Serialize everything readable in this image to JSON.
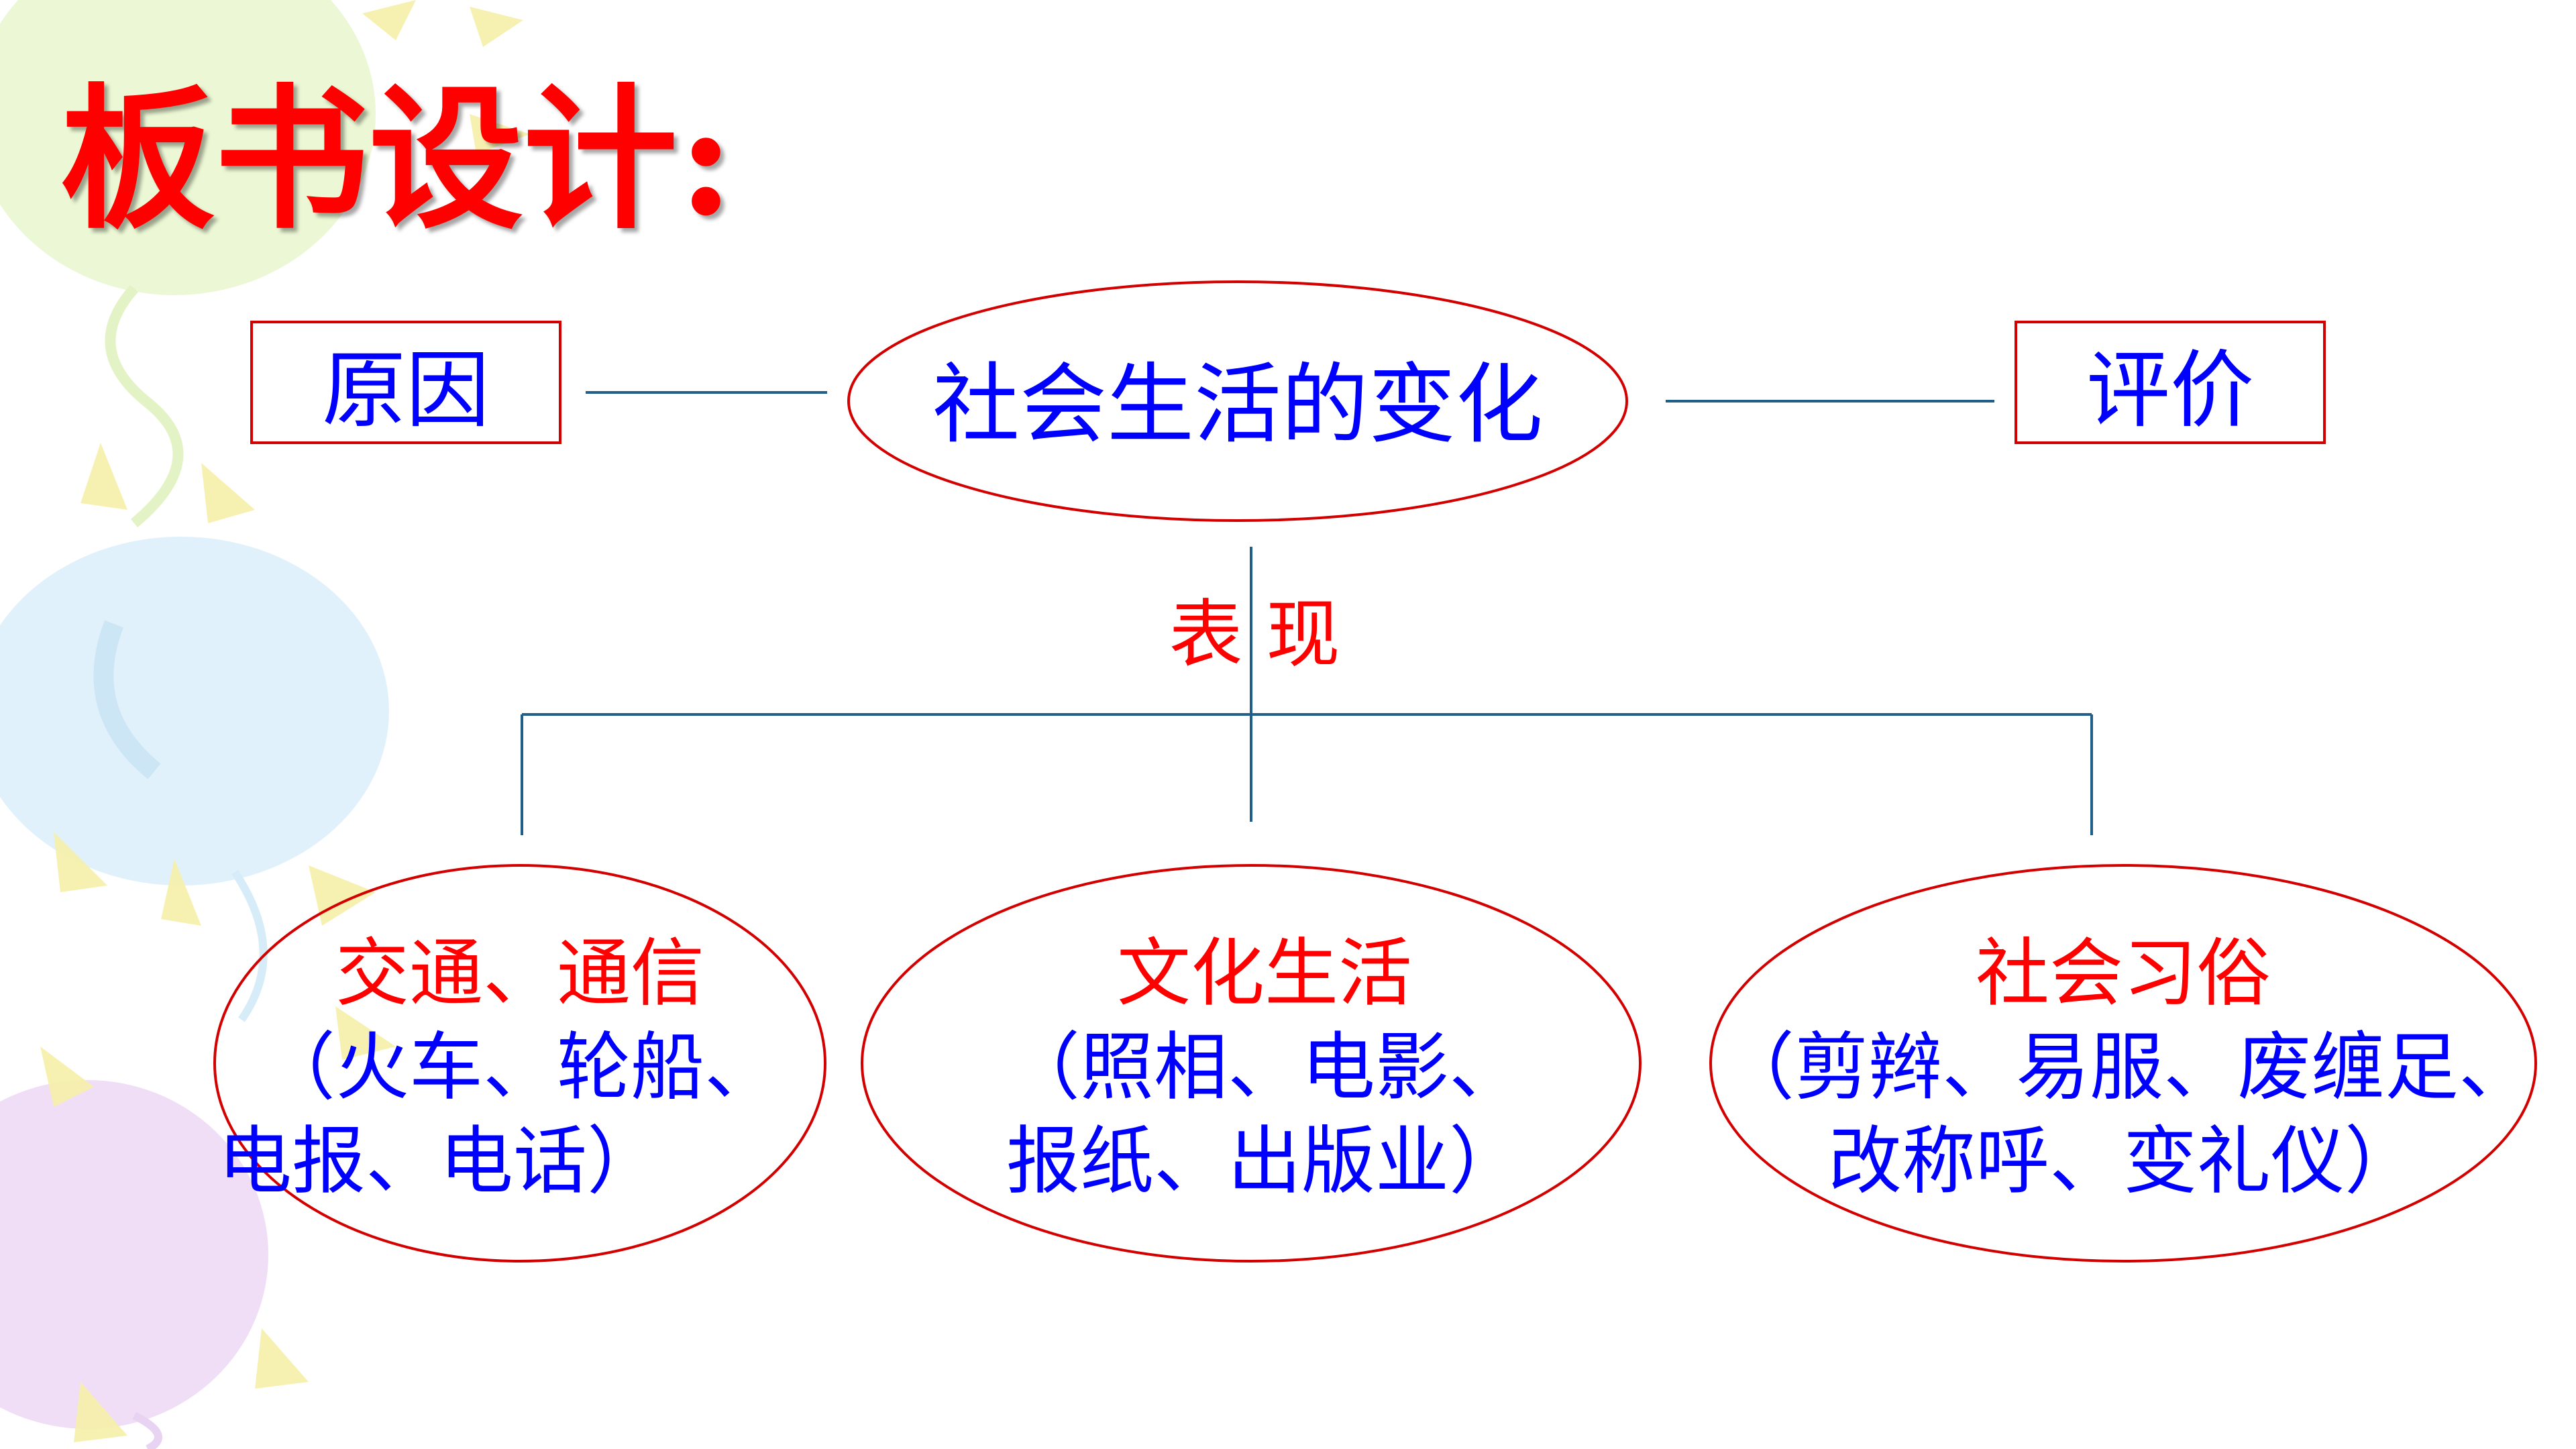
{
  "title": "板书设计:",
  "center": {
    "label": "社会生活的变化"
  },
  "left_box": {
    "label": "原因"
  },
  "right_box": {
    "label": "评价"
  },
  "branch_label": "表  现",
  "ovals": [
    {
      "heading": "交通、通信",
      "line1": "（火车、轮船、",
      "line2": "电报、电话）"
    },
    {
      "heading": "文化生活",
      "line1": "（照相、电影、",
      "line2": "报纸、出版业）"
    },
    {
      "heading": "社会习俗",
      "line1": "（剪辫、易服、废缠足、",
      "line2": "改称呼、变礼仪）"
    }
  ],
  "colors": {
    "red": "#ff0000",
    "blue": "#0000ff",
    "outline": "#d40000",
    "connector": "#1f5f8a"
  }
}
